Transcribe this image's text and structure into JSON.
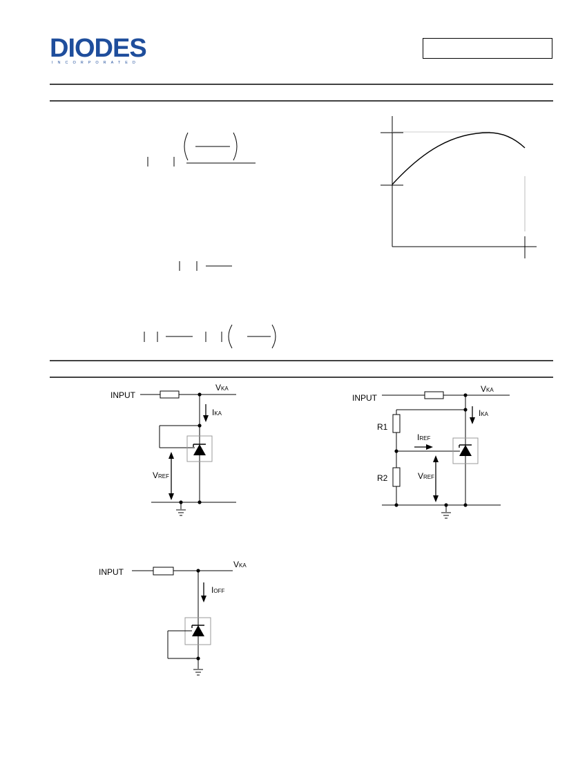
{
  "header": {
    "logo_text": "DIODES",
    "logo_subtext": "INCORPORATED",
    "part_number_box": ""
  },
  "circuits": {
    "fig1": {
      "input": "INPUT",
      "vka": "V",
      "vka_sub": "KA",
      "ika": "I",
      "ika_sub": "KA",
      "vref": "V",
      "vref_sub": "REF"
    },
    "fig2": {
      "input": "INPUT",
      "vka": "V",
      "vka_sub": "KA",
      "ika": "I",
      "ika_sub": "KA",
      "iref": "I",
      "iref_sub": "REF",
      "vref": "V",
      "vref_sub": "REF",
      "r1": "R1",
      "r2": "R2"
    },
    "fig3": {
      "input": "INPUT",
      "vka": "V",
      "vka_sub": "KA",
      "ioff": "I",
      "ioff_sub": "OFF"
    }
  },
  "colors": {
    "logo": "#1f4e9c",
    "ink": "#000000"
  }
}
